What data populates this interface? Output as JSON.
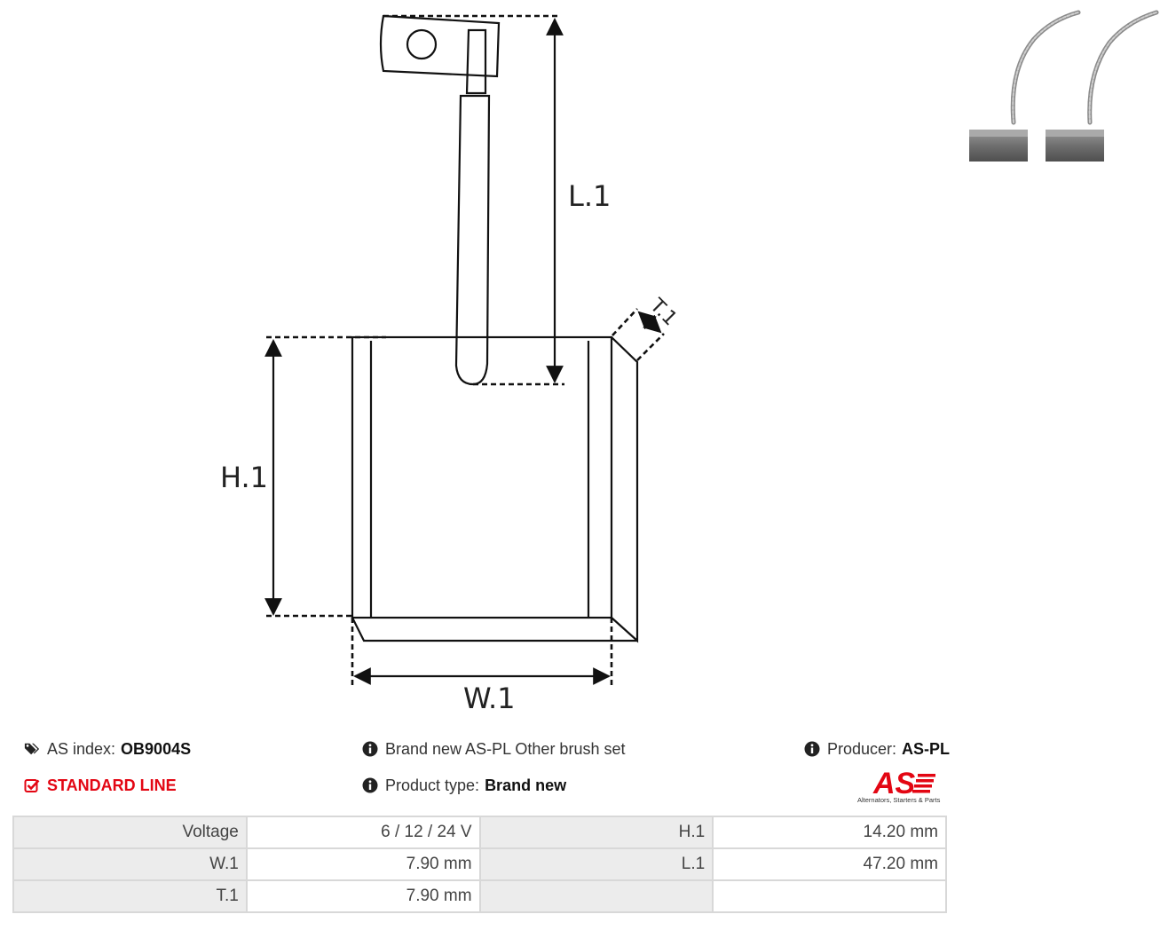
{
  "drawing": {
    "labels": {
      "l1": "L.1",
      "h1": "H.1",
      "w1": "W.1",
      "t1": "T.1"
    }
  },
  "info": {
    "as_index_label": "AS index:",
    "as_index_value": "OB9004S",
    "line_label": "STANDARD LINE",
    "description": "Brand new AS-PL Other brush set",
    "product_type_label": "Product type:",
    "product_type_value": "Brand new",
    "producer_label": "Producer:",
    "producer_value": "AS-PL"
  },
  "logo": {
    "text": "AS",
    "tagline": "Alternators, Starters & Parts"
  },
  "colors": {
    "accent": "#e30613",
    "table_label_bg": "#ececec",
    "table_border": "#d8d8d8"
  },
  "specs": {
    "rows": [
      {
        "label1": "Voltage",
        "value1": "6 / 12 / 24 V",
        "label2": "H.1",
        "value2": "14.20 mm"
      },
      {
        "label1": "W.1",
        "value1": "7.90 mm",
        "label2": "L.1",
        "value2": "47.20 mm"
      },
      {
        "label1": "T.1",
        "value1": "7.90 mm",
        "label2": "",
        "value2": ""
      }
    ]
  }
}
